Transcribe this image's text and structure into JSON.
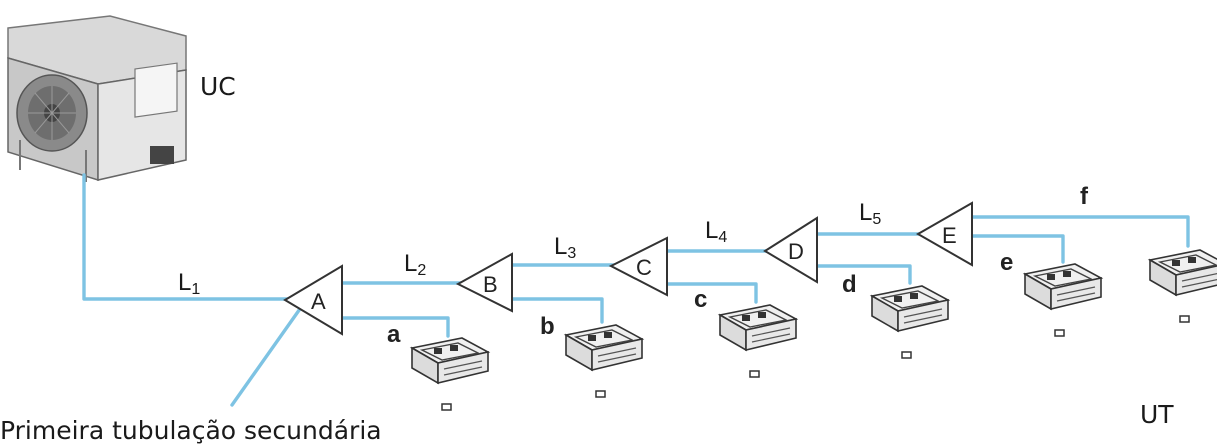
{
  "labels": {
    "uc": "UC",
    "ut": "UT",
    "first_branch": "Primeira tubulação secundária"
  },
  "main_pipe": {
    "l1": "L",
    "l1_sub": "1",
    "l2": "L",
    "l2_sub": "2",
    "l3": "L",
    "l3_sub": "3",
    "l4": "L",
    "l4_sub": "4",
    "l5": "L",
    "l5_sub": "5"
  },
  "branch_joints": {
    "a": "A",
    "b": "B",
    "c": "C",
    "d": "D",
    "e": "E"
  },
  "branch_pipes": {
    "a": "a",
    "b": "b",
    "c": "c",
    "d": "d",
    "e": "e",
    "f": "f"
  },
  "colors": {
    "pipe": "#7ec3e3",
    "outline": "#333333"
  }
}
